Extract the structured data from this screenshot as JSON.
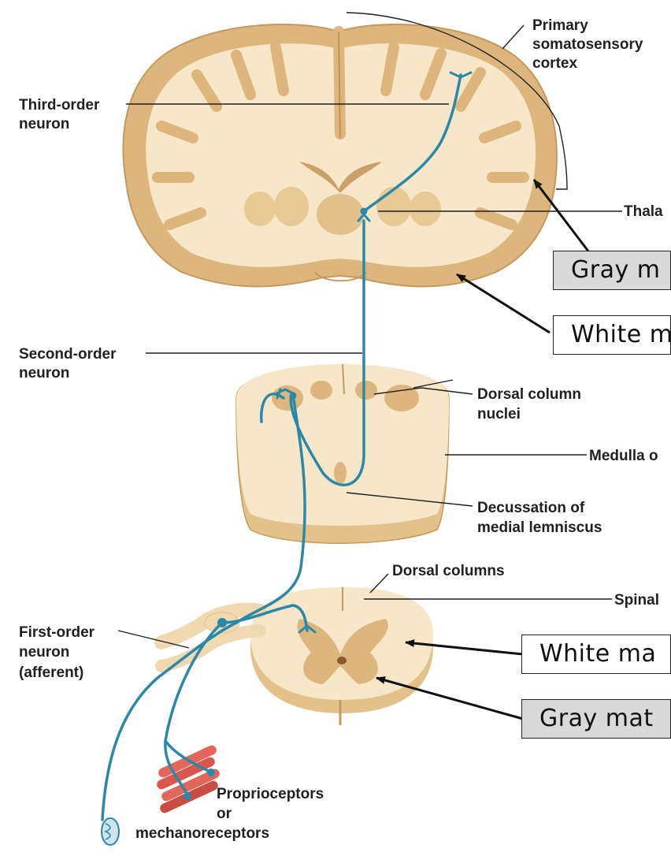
{
  "labels": {
    "primary_1": "Primary",
    "primary_2": "somatosensory",
    "primary_3": "cortex",
    "third_1": "Third-order",
    "third_2": "neuron",
    "thalamus": "Thala",
    "second_1": "Second-order",
    "second_2": "neuron",
    "dcn_1": "Dorsal column",
    "dcn_2": "nuclei",
    "medulla": "Medulla o",
    "decuss_1": "Decussation of",
    "decuss_2": "medial lemniscus",
    "dorsal_columns": "Dorsal columns",
    "spinal": "Spinal",
    "first_1": "First-order",
    "first_2": "neuron",
    "first_3": "(afferent)",
    "proprio_1": "Proprioceptors",
    "proprio_2": "or",
    "proprio_3": "mechanoreceptors"
  },
  "boxes": {
    "gray_brain": "Gray m",
    "white_brain": "White m",
    "white_spinal": "White ma",
    "gray_spinal": "Gray mat"
  },
  "colors": {
    "neuron": "#2a88a8",
    "gray_matter": "#dcb67c",
    "white_matter": "#f7e6c8",
    "box_gray": "#d9d9d9"
  }
}
